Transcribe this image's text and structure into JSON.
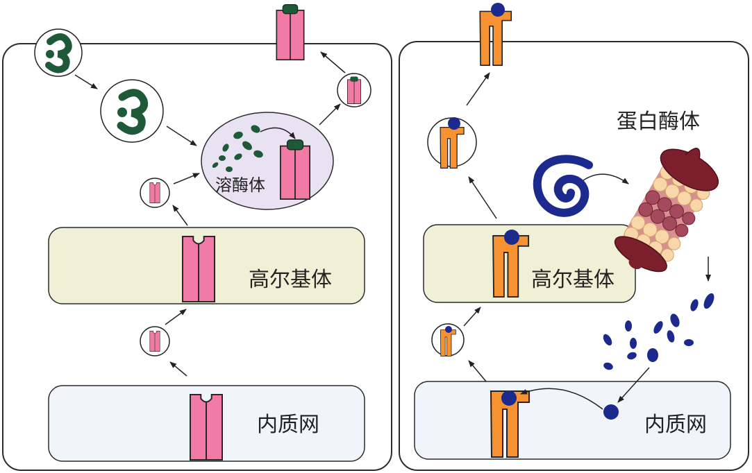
{
  "labels": {
    "lysosome": "溶酶体",
    "golgi_left": "高尔基体",
    "er_left": "内质网",
    "proteasome": "蛋白酶体",
    "golgi_right": "高尔基体",
    "er_right": "内质网"
  },
  "colors": {
    "cell_border": "#2b2b2b",
    "golgi_fill": "#f0f0d6",
    "er_fill": "#f1f4fb",
    "lysosome_fill": "#e8e2f2",
    "receptor_pink": "#f27ba6",
    "receptor_orange": "#f79233",
    "ligand_green": "#1f5a38",
    "ubiquitin_navy": "#1b2a8c",
    "proteasome_cap": "#7a1f2b",
    "proteasome_core_light": "#f7d7a8",
    "proteasome_core_dark": "#a44a5c"
  },
  "icons": [
    "green-ligand-icon",
    "pink-receptor-icon",
    "orange-receptor-icon",
    "ubiquitin-ball-icon",
    "unfolded-protein-coil-icon",
    "proteasome-icon",
    "peptide-fragments-icon"
  ]
}
